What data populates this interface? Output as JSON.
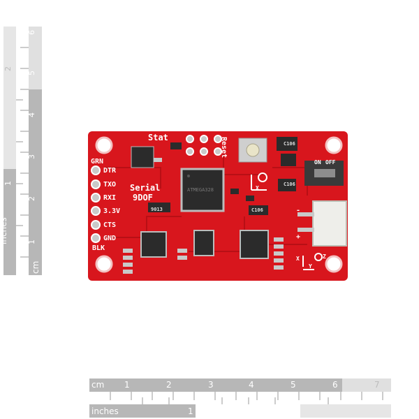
{
  "rulers": {
    "vertical": {
      "inches_label": "inches",
      "cm_label": "cm",
      "inch_numbers": [
        "1",
        "2"
      ],
      "cm_numbers": [
        "1",
        "2",
        "3",
        "4",
        "5",
        "6"
      ]
    },
    "horizontal": {
      "cm_label": "cm",
      "inches_label": "inches",
      "cm_numbers": [
        "1",
        "2",
        "3",
        "4",
        "5",
        "6",
        "7"
      ],
      "inch_numbers": [
        "1"
      ]
    }
  },
  "board": {
    "color": "#d8161d",
    "silkscreen_color": "#ffffff",
    "title_line1": "Serial",
    "title_line2": "9DOF",
    "stat_label": "Stat",
    "reset_label": "Reset",
    "on_label": "ON",
    "off_label": "OFF",
    "pins": [
      "GRN",
      "DTR",
      "TXO",
      "RXI",
      "3.3V",
      "CTS",
      "GND",
      "BLK"
    ],
    "cap_labels": [
      "C106",
      "C106",
      "C106"
    ],
    "chip_labels": {
      "mcu": "ATMEGA328",
      "small": "9013"
    },
    "axis_labels": {
      "x": "X",
      "y": "Y",
      "z": "Z"
    },
    "battery_minus": "-",
    "battery_plus": "+"
  }
}
